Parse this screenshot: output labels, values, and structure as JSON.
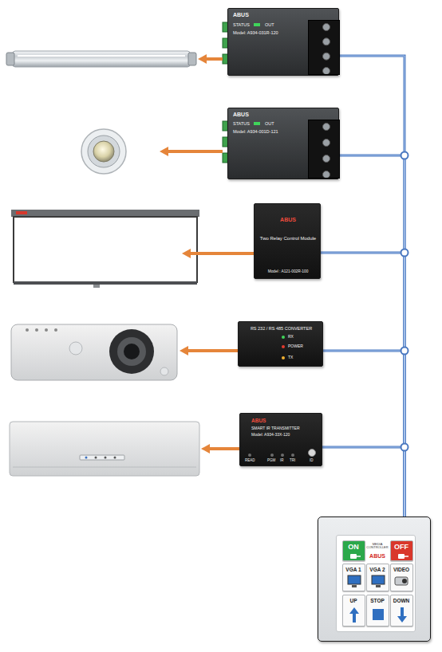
{
  "diagram": {
    "nodes": [
      {
        "text": [
          "ABUS",
          "STATUS",
          "OUT",
          "Model: A934-031R-120"
        ]
      },
      {
        "text": [
          "ABUS",
          "STATUS",
          "OUT",
          "Model: A934-001D-121"
        ]
      },
      {
        "text": [
          "ABUS",
          "Two Relay Control Module",
          "Model : A121-002R-100"
        ]
      },
      {
        "text": [
          "RS 232 / RS 485 CONVERTER",
          "RX",
          "POWER",
          "TX"
        ]
      },
      {
        "text": [
          "ABUS",
          "SMART IR TRANSMITTER",
          "Model: A934-33X-120",
          "READ",
          "PGM",
          "IR",
          "TRI",
          "ID"
        ]
      },
      {
        "text": [
          "MEDIA CONTROLLER",
          "ABUS"
        ]
      },
      {
        "text": [
          "ON"
        ],
        "in": 5
      },
      {
        "text": [
          "OFF"
        ],
        "in": 5
      },
      {
        "text": [
          "VGA 1"
        ],
        "in": 5
      },
      {
        "text": [
          "VGA 2"
        ],
        "in": 5
      },
      {
        "text": [
          "VIDEO"
        ],
        "in": 5
      },
      {
        "text": [
          "UP"
        ],
        "in": 5
      },
      {
        "text": [
          "STOP"
        ],
        "in": 5
      },
      {
        "text": [
          "DOWN"
        ],
        "in": 5
      }
    ],
    "edges": [
      {
        "from": 0,
        "to": 5,
        "arrow": "none"
      },
      {
        "from": 1,
        "to": 5,
        "arrow": "none"
      },
      {
        "from": 2,
        "to": 5,
        "arrow": "none"
      },
      {
        "from": 3,
        "to": 5,
        "arrow": "none"
      },
      {
        "from": 4,
        "to": 5,
        "arrow": "none"
      }
    ]
  }
}
